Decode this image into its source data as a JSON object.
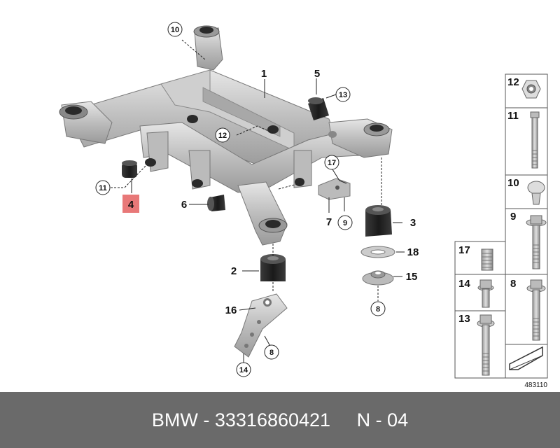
{
  "diagram": {
    "callouts": {
      "c1": "1",
      "c2": "2",
      "c3": "3",
      "c4": "4",
      "c5": "5",
      "c6": "6",
      "c7": "7",
      "c8a": "8",
      "c8b": "8",
      "c9": "9",
      "c10": "10",
      "c11": "11",
      "c12": "12",
      "c13": "13",
      "c14": "14",
      "c15": "15",
      "c16": "16",
      "c17": "17",
      "c18": "18"
    },
    "highlight_color": "#e87878",
    "parts_table": {
      "p12": "12",
      "p11": "11",
      "p10": "10",
      "p9": "9",
      "p17": "17",
      "p14": "14",
      "p8": "8",
      "p13": "13"
    },
    "diagram_number": "483110"
  },
  "footer": {
    "text": "BMW - 33316860421     N - 04"
  }
}
